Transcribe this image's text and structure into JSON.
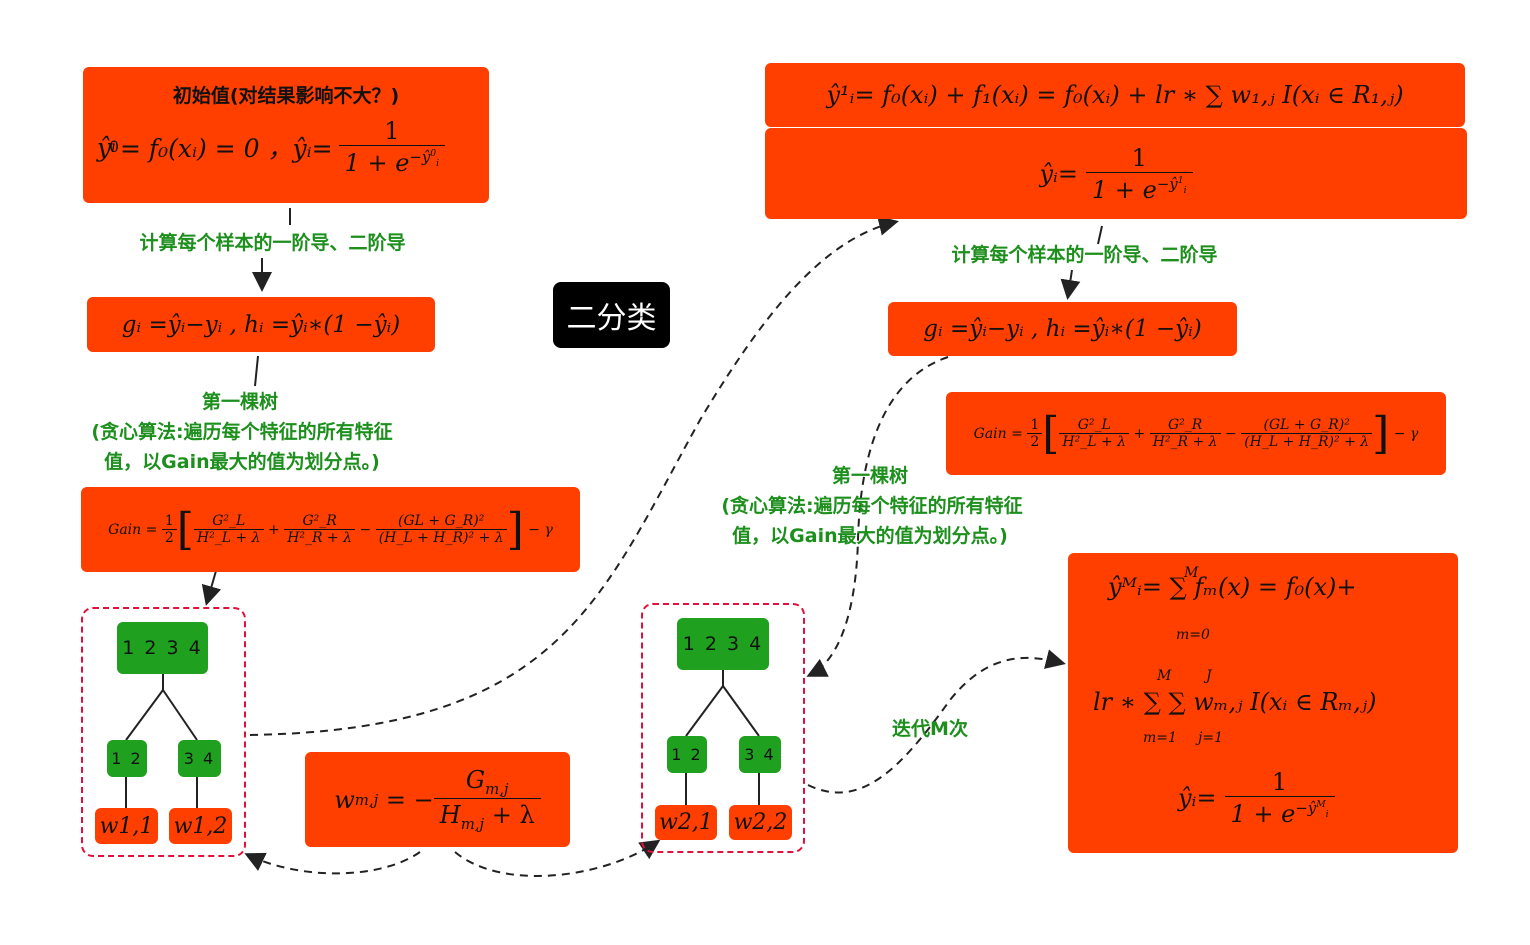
{
  "left_top_box": {
    "title": "初始值(对结果影响不大？)",
    "formula_a": "ŷ",
    "formula_b": "= f₀(xᵢ) = 0 ，ŷᵢ=",
    "frac_num": "1",
    "frac_den": "1 + e"
  },
  "label_derivative_left": "计算每个样本的一阶导、二阶导",
  "label_derivative_right": "计算每个样本的一阶导、二阶导",
  "gh_formula": "gᵢ =ŷᵢ−yᵢ , hᵢ =ŷᵢ∗(1 −ŷᵢ)",
  "first_tree_left": {
    "line1": "第一棵树",
    "line2": "(贪心算法:遍历每个特征的所有特征",
    "line3": "值，以Gain最大的值为划分点。)"
  },
  "first_tree_right": {
    "line1": "第一棵树",
    "line2": "(贪心算法:遍历每个特征的所有特征",
    "line3": "值，以Gain最大的值为划分点。)"
  },
  "gain_formula": {
    "lhs": "Gain =",
    "half_num": "1",
    "half_den": "2",
    "t1_num": "G²_L",
    "t1_den": "H²_L + λ",
    "t2_num": "G²_R",
    "t2_den": "H²_R + λ",
    "t3_num": "(GL + G_R)²",
    "t3_den": "(H_L + H_R)² + λ",
    "tail": "− γ"
  },
  "center_label": "二分类",
  "tree_left": {
    "root": "1 2 3 4",
    "left_child": "1 2",
    "right_child": "3 4",
    "leaf_left": "w1,1",
    "leaf_right": "w1,2"
  },
  "tree_right": {
    "root": "1 2 3 4",
    "left_child": "1 2",
    "right_child": "3 4",
    "leaf_left": "w2,1",
    "leaf_right": "w2,2"
  },
  "weight_formula": {
    "lhs": "w",
    "lhs_sub": "m,j",
    "eq": "= −",
    "num": "G",
    "num_sub": "m,j",
    "den": "H",
    "den_sub": "m,j",
    "den_tail": "+ λ"
  },
  "right_top_box": {
    "line1": "ŷ¹ᵢ= f₀(xᵢ) + f₁(xᵢ) = f₀(xᵢ) + lr ∗ ∑ w₁,ⱼ I(xᵢ ∈ R₁,ⱼ)",
    "line2_lhs": "ŷᵢ=",
    "frac_num": "1",
    "frac_den": "1 + e"
  },
  "iterate_label": "迭代M次",
  "final_box": {
    "line1": "ŷᴹᵢ= ∑ fₘ(x) = f₀(x)+",
    "sum1_top": "M",
    "sum1_bottom": "m=0",
    "line2": "lr ∗ ∑ ∑ wₘ,ⱼ I(xᵢ ∈ Rₘ,ⱼ)",
    "sum2_top": "M",
    "sum2_bottom": "m=1",
    "sum3_top": "J",
    "sum3_bottom": "j=1",
    "line3_lhs": "ŷᵢ=",
    "frac_num": "1",
    "frac_den": "1 + e"
  },
  "colors": {
    "box": "#ff3f00",
    "node": "#1fa11f",
    "label": "#1d8f1d",
    "frame": "#e0103a"
  }
}
